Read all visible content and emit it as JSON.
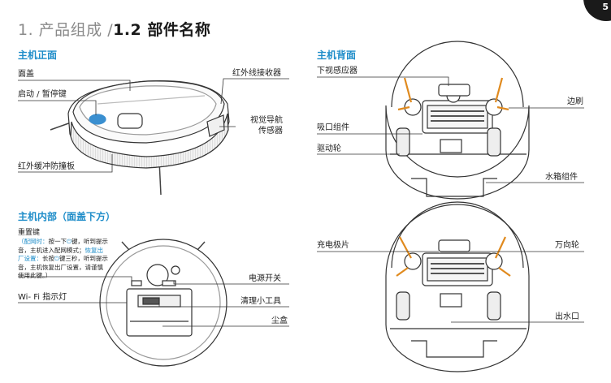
{
  "page": {
    "title_num": "1. 产品组成 /",
    "title_sub": "1.2 部件名称",
    "corner_glyph": "5"
  },
  "front": {
    "heading": "主机正面",
    "labels": {
      "cover": "面盖",
      "start_pause": "启动 / 暂停键",
      "ir_bumper": "红外缓冲防撞板",
      "ir_receiver": "红外线接收器",
      "vision_line1": "视觉导航",
      "vision_line2": "传感器"
    }
  },
  "back": {
    "heading": "主机背面",
    "labels": {
      "cliff_sensor": "下视感应器",
      "side_brush": "边刷",
      "suction": "吸口组件",
      "drive_wheel": "驱动轮",
      "water_tank": "水箱组件",
      "charging_pads": "充电极片",
      "caster": "万向轮",
      "water_outlet": "出水口"
    }
  },
  "inside": {
    "heading": "主机内部（面盖下方）",
    "reset_title": "重置键",
    "reset_note": {
      "p1_blue": "（配网时：",
      "p2": "按一下",
      "p3": "键，听到提示音，主机进入配网模式；",
      "p4_blue": "恢复出厂设置：",
      "p5": "长按",
      "p6": "键三秒，听到提示音，主机恢复出厂设置，请谨慎使用此键。）"
    },
    "labels": {
      "wifi_led": "Wi- Fi 指示灯",
      "power_switch": "电源开关",
      "cleaning_tool": "清理小工具",
      "dustbin": "尘盒"
    }
  },
  "colors": {
    "accent": "#1f8dc9",
    "button_blue": "#3a8fd0",
    "brush_orange": "#e08a1e",
    "line": "#333333"
  }
}
